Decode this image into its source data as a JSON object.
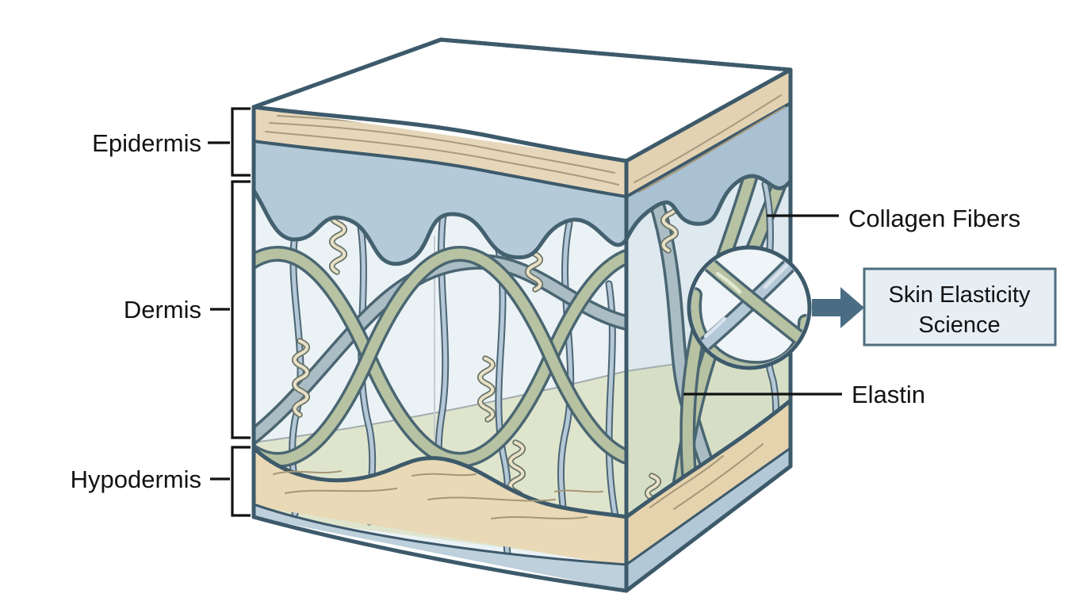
{
  "diagram": {
    "skin_layers": [
      {
        "label": "Epidermis"
      },
      {
        "label": "Dermis"
      },
      {
        "label": "Hypodermis"
      }
    ],
    "fiber_annotations": [
      {
        "label": "Collagen Fibers"
      },
      {
        "label": "Elastin"
      }
    ],
    "callout_box": {
      "line1": "Skin Elasticity",
      "line2": "Science"
    },
    "palette": {
      "outline": "#3d5a6b",
      "skin_surface": "#eadcc1",
      "stratum_corneum": "#e6d7ba",
      "epidermis_band": "#b4cad9",
      "dermis_background": "#ebf2f6",
      "dermis_green_zone": "#dfe5cd",
      "collagen_fiber": "#b6c2a2",
      "elastin_fiber": "#b5c8d8",
      "coil_fiber": "#e9e1c6",
      "hypodermis_fat": "#e9d9b6",
      "base_band": "#bdd0dc",
      "arrow": "#4a6d84",
      "callout_fill": "#e7eef3",
      "callout_border": "#4e6e80",
      "label_text": "#121212"
    }
  }
}
